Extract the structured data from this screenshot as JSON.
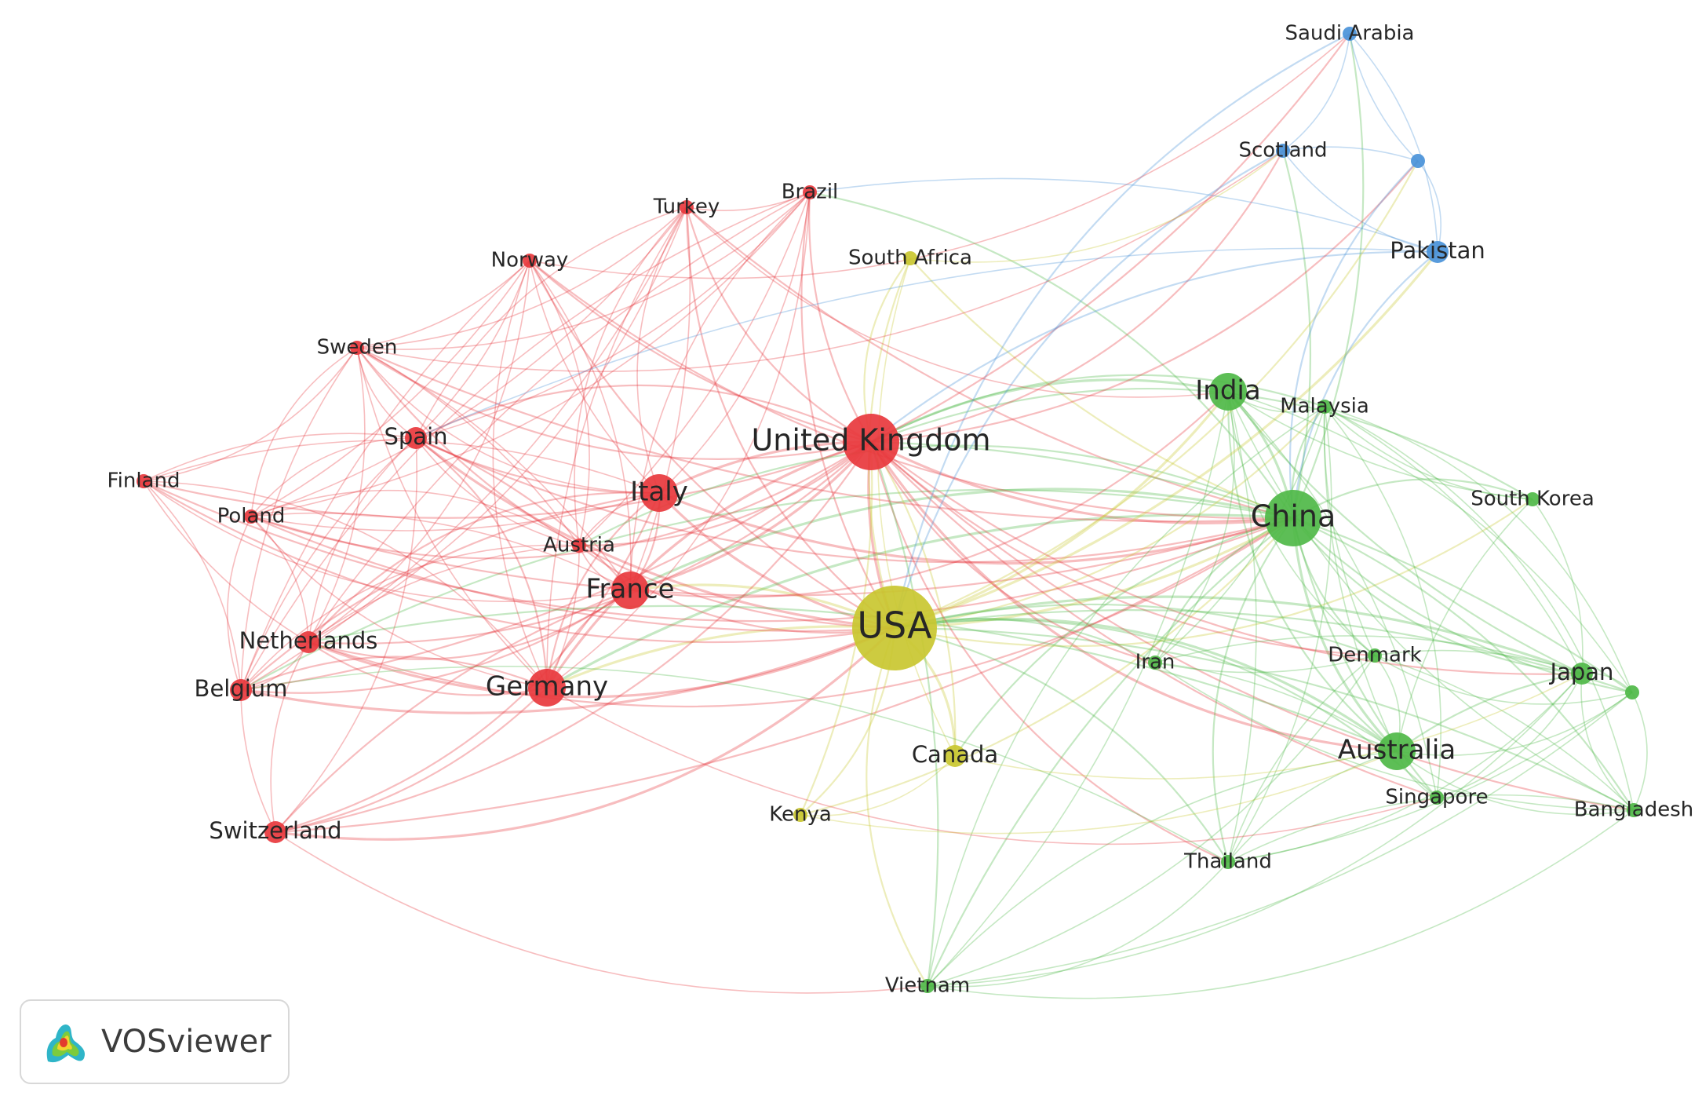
{
  "app": {
    "brand_label": "VOSviewer",
    "logo_icon": "vosviewer-logo-icon"
  },
  "colors": {
    "cluster1": "#e8383d",
    "cluster2": "#4fb848",
    "cluster3": "#c9c730",
    "cluster4": "#4a93d9"
  },
  "network": {
    "nodes": [
      {
        "id": "uk",
        "label": "United Kingdom",
        "cluster": 1,
        "weight": 5
      },
      {
        "id": "italy",
        "label": "Italy",
        "cluster": 1,
        "weight": 3
      },
      {
        "id": "france",
        "label": "France",
        "cluster": 1,
        "weight": 3
      },
      {
        "id": "germany",
        "label": "Germany",
        "cluster": 1,
        "weight": 3
      },
      {
        "id": "netherlands",
        "label": "Netherlands",
        "cluster": 1,
        "weight": 2
      },
      {
        "id": "belgium",
        "label": "Belgium",
        "cluster": 1,
        "weight": 2
      },
      {
        "id": "switzerland",
        "label": "Switzerland",
        "cluster": 1,
        "weight": 2
      },
      {
        "id": "spain",
        "label": "Spain",
        "cluster": 1,
        "weight": 2
      },
      {
        "id": "sweden",
        "label": "Sweden",
        "cluster": 1,
        "weight": 1
      },
      {
        "id": "finland",
        "label": "Finland",
        "cluster": 1,
        "weight": 1
      },
      {
        "id": "poland",
        "label": "Poland",
        "cluster": 1,
        "weight": 1
      },
      {
        "id": "austria",
        "label": "Austria",
        "cluster": 1,
        "weight": 1
      },
      {
        "id": "norway",
        "label": "Norway",
        "cluster": 1,
        "weight": 1
      },
      {
        "id": "turkey",
        "label": "Turkey",
        "cluster": 1,
        "weight": 1
      },
      {
        "id": "brazil",
        "label": "Brazil",
        "cluster": 1,
        "weight": 1
      },
      {
        "id": "usa",
        "label": "USA",
        "cluster": 3,
        "weight": 6
      },
      {
        "id": "canada",
        "label": "Canada",
        "cluster": 3,
        "weight": 2
      },
      {
        "id": "kenya",
        "label": "Kenya",
        "cluster": 3,
        "weight": 1
      },
      {
        "id": "southafrica",
        "label": "South Africa",
        "cluster": 3,
        "weight": 1
      },
      {
        "id": "china",
        "label": "China",
        "cluster": 2,
        "weight": 5
      },
      {
        "id": "india",
        "label": "India",
        "cluster": 2,
        "weight": 3
      },
      {
        "id": "malaysia",
        "label": "Malaysia",
        "cluster": 2,
        "weight": 1
      },
      {
        "id": "southkorea",
        "label": "South Korea",
        "cluster": 2,
        "weight": 1
      },
      {
        "id": "japan",
        "label": "Japan",
        "cluster": 2,
        "weight": 2
      },
      {
        "id": "australia",
        "label": "Australia",
        "cluster": 2,
        "weight": 3
      },
      {
        "id": "singapore",
        "label": "Singapore",
        "cluster": 2,
        "weight": 1
      },
      {
        "id": "bangladesh",
        "label": "Bangladesh",
        "cluster": 2,
        "weight": 1
      },
      {
        "id": "denmark",
        "label": "Denmark",
        "cluster": 2,
        "weight": 1
      },
      {
        "id": "iran",
        "label": "Iran",
        "cluster": 2,
        "weight": 1
      },
      {
        "id": "thailand",
        "label": "Thailand",
        "cluster": 2,
        "weight": 1
      },
      {
        "id": "vietnam",
        "label": "Vietnam",
        "cluster": 2,
        "weight": 1
      },
      {
        "id": "unlabeled-green",
        "label": "",
        "cluster": 2,
        "weight": 1
      },
      {
        "id": "saudiarabia",
        "label": "Saudi Arabia",
        "cluster": 4,
        "weight": 1
      },
      {
        "id": "scotland",
        "label": "Scotland",
        "cluster": 4,
        "weight": 1
      },
      {
        "id": "pakistan",
        "label": "Pakistan",
        "cluster": 4,
        "weight": 2
      },
      {
        "id": "unlabeled-blue",
        "label": "",
        "cluster": 4,
        "weight": 1
      }
    ]
  }
}
